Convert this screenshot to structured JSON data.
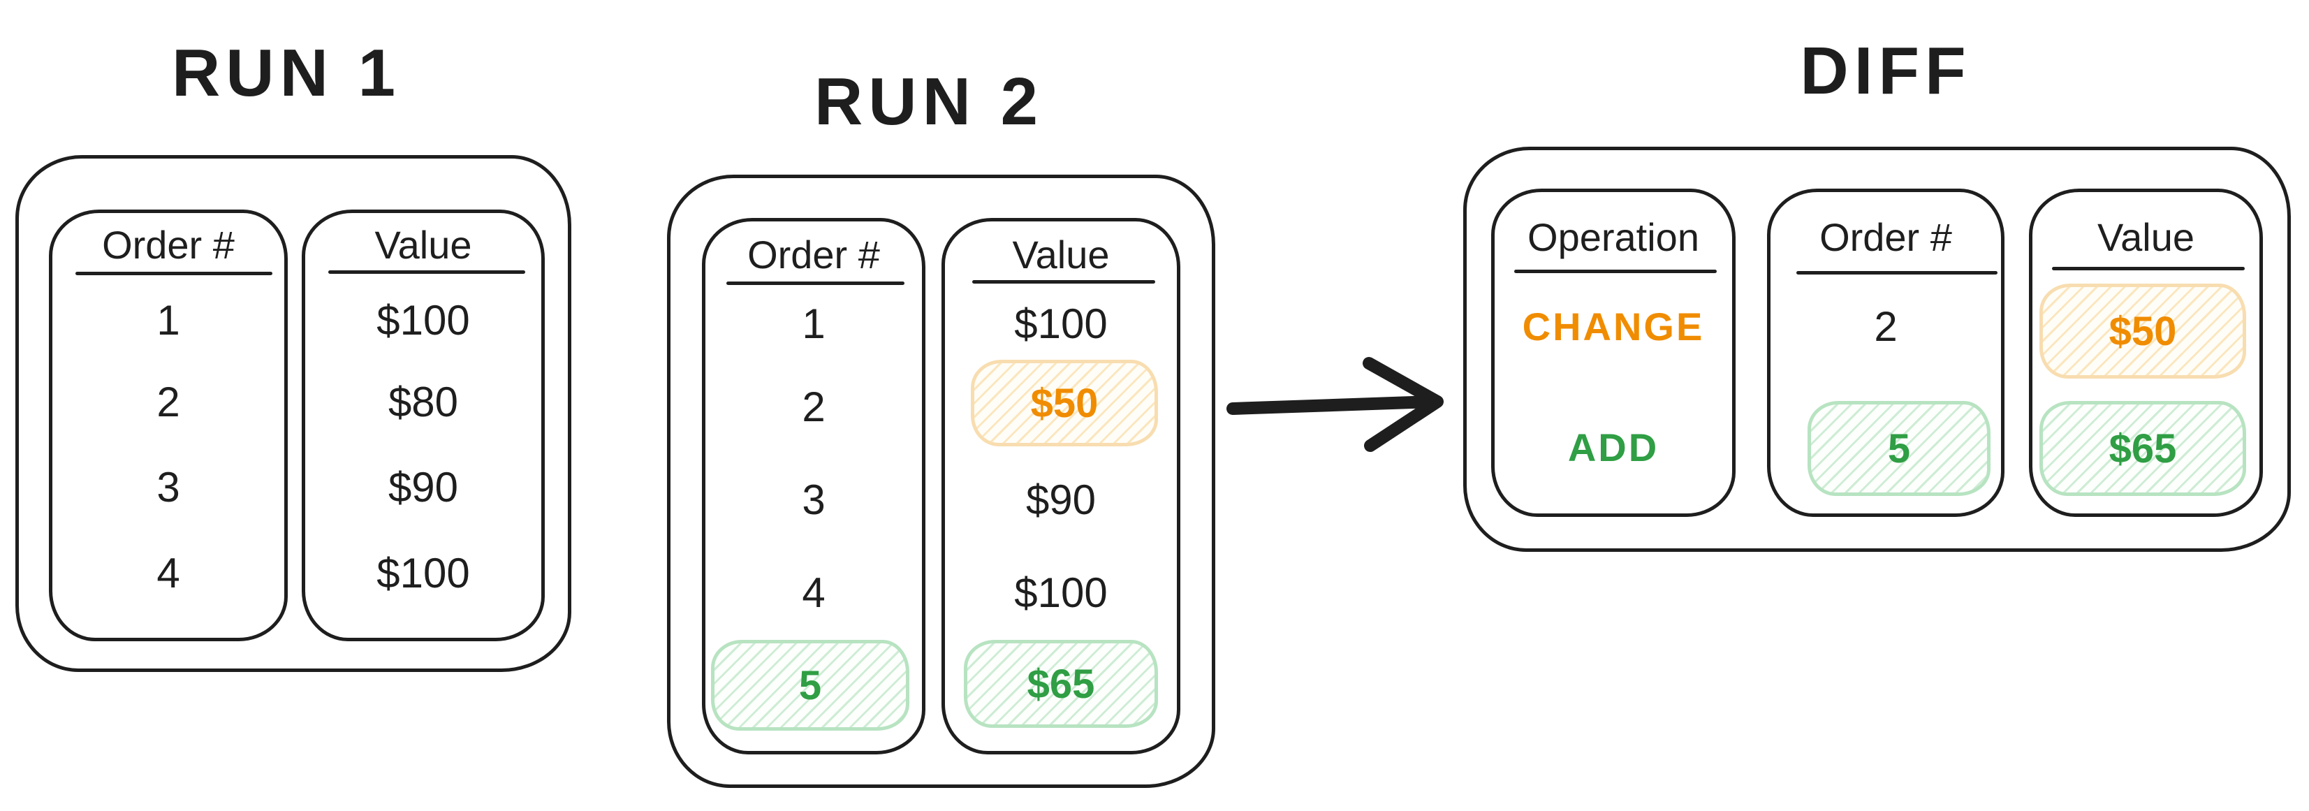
{
  "run1": {
    "title": "RUN 1",
    "columns": [
      "Order #",
      "Value"
    ],
    "rows": [
      {
        "order": "1",
        "value": "$100"
      },
      {
        "order": "2",
        "value": "$80"
      },
      {
        "order": "3",
        "value": "$90"
      },
      {
        "order": "4",
        "value": "$100"
      }
    ]
  },
  "run2": {
    "title": "RUN 2",
    "columns": [
      "Order #",
      "Value"
    ],
    "rows": [
      {
        "order": "1",
        "value": "$100",
        "highlight": "none"
      },
      {
        "order": "2",
        "value": "$50",
        "highlight": "changed-value"
      },
      {
        "order": "3",
        "value": "$90",
        "highlight": "none"
      },
      {
        "order": "4",
        "value": "$100",
        "highlight": "none"
      },
      {
        "order": "5",
        "value": "$65",
        "highlight": "added-row"
      }
    ]
  },
  "arrow": {
    "icon": "right-arrow"
  },
  "diff": {
    "title": "DIFF",
    "columns": [
      "Operation",
      "Order #",
      "Value"
    ],
    "rows": [
      {
        "operation": "CHANGE",
        "order": "2",
        "value": "$50",
        "kind": "change"
      },
      {
        "operation": "ADD",
        "order": "5",
        "value": "$65",
        "kind": "add"
      }
    ]
  },
  "colors": {
    "ink": "#1e1e1e",
    "background": "#ffffff",
    "change_text": "#f08c00",
    "change_box_border": "#f8ddb0",
    "add_text": "#2f9e44",
    "add_box_border": "#b7e3c1"
  }
}
